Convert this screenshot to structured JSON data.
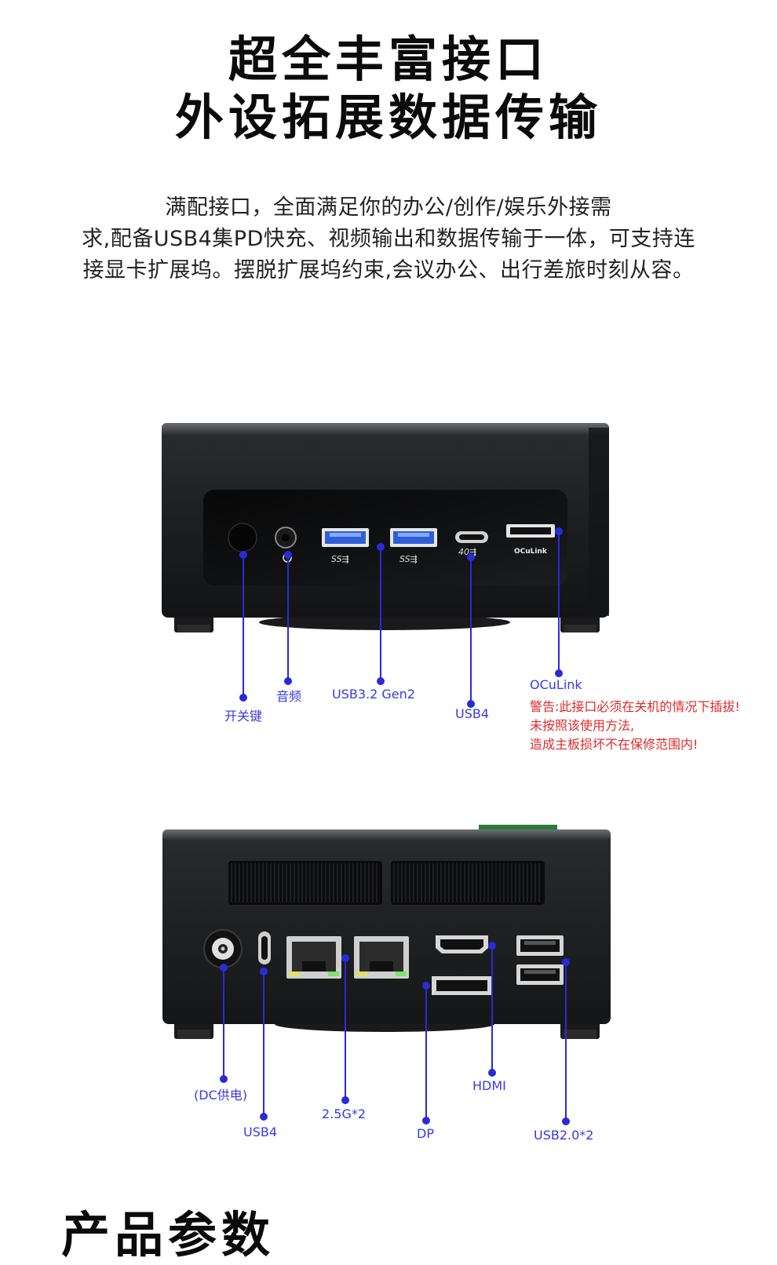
{
  "headline": {
    "line1": "超全丰富接口",
    "line2": "外设拓展数据传输"
  },
  "intro": {
    "line1": "满配接口，全面满足你的办公/创作/娱乐外接需",
    "line2": "求,配备USB4集PD快充、视频输出和数据传输于一体，可支持连",
    "line3": "接显卡扩展坞。摆脱扩展坞约束,会议办公、出行差旅时刻从容。"
  },
  "front_panel": {
    "port_labels": {
      "oculink_print": "OCuLink"
    },
    "callouts": {
      "power": "开关键",
      "audio": "音频",
      "usb32": "USB3.2 Gen2",
      "usb4": "USB4",
      "oculink": "OCuLink"
    },
    "warning": {
      "line1": "警告:此接口必须在关机的情况下插拔!",
      "line2": "未按照该使用方法,",
      "line3": "造成主板损坏不在保修范围内!"
    }
  },
  "rear_panel": {
    "callouts": {
      "dc": "(DC供电)",
      "usb4": "USB4",
      "lan": "2.5G*2",
      "dp": "DP",
      "hdmi": "HDMI",
      "usb20": "USB2.0*2"
    }
  },
  "next_section": {
    "heading": "产品参数"
  },
  "colors": {
    "callout": "#3a3ae0",
    "warning": "#e02a2a",
    "chassis": "#1b1c1e",
    "usb3_blue": "#2f5fd8"
  }
}
